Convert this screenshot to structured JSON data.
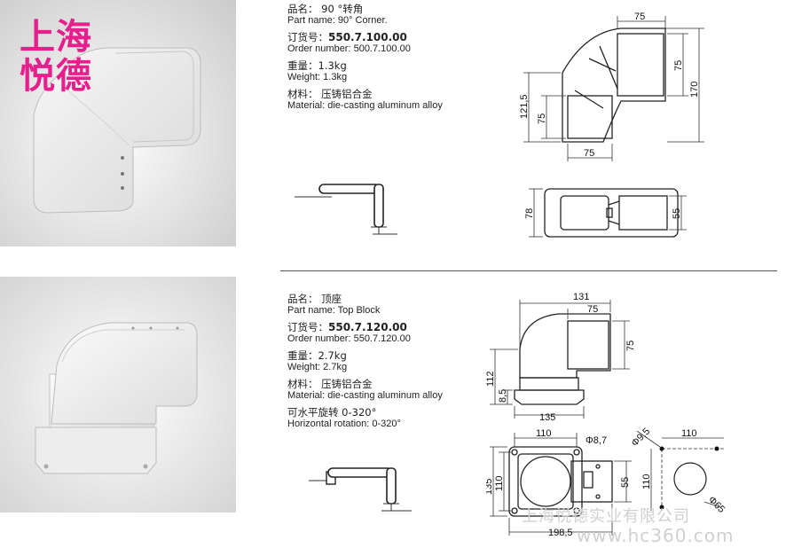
{
  "brand": {
    "line1": "上海",
    "line2": "悦德"
  },
  "part1": {
    "name_cn": "品名：  90 °转角",
    "name_en": "Part name: 90° Corner.",
    "order_cn_label": "订货号：",
    "order_cn_value": "550.7.100.00",
    "order_en": "Order number: 500.7.100.00",
    "weight_cn": "重量：1.3kg",
    "weight_en": "Weight: 1.3kg",
    "material_cn": "材料：  压铸铝合金",
    "material_en": "Material: die-casting aluminum alloy",
    "dims": {
      "top": "75",
      "right_inner": "75",
      "right_outer": "170",
      "left_outer": "121,5",
      "left_inner": "75",
      "bottom": "75",
      "side_height": "78",
      "side_right": "55"
    }
  },
  "part2": {
    "name_cn": "品名：  顶座",
    "name_en": "Part name: Top Block",
    "order_cn_label": "订货号：",
    "order_cn_value": "550.7.120.00",
    "order_en": "Order number: 550.7.120.00",
    "weight_cn": "重量：2.7kg",
    "weight_en": "Weight: 2.7kg",
    "material_cn": "材料：  压铸铝合金",
    "material_en": "Material: die-casting aluminum alloy",
    "rotation_cn": "可水平旋转 0-320°",
    "rotation_en": "Horizontal rotation: 0-320°",
    "dims": {
      "top_outer": "131",
      "top_inner": "75",
      "right": "75",
      "left_outer": "112",
      "left_inner": "8,5",
      "bottom": "135",
      "plan_top": "110",
      "plan_hole": "Φ8,7",
      "plan_left_outer": "135",
      "plan_left_inner": "110",
      "plan_right": "55",
      "plan_bottom": "198,5",
      "pattern_hole": "Φ9,5",
      "pattern_top": "110",
      "pattern_left": "110",
      "pattern_circle": "Φ65"
    }
  },
  "watermark": {
    "line1": "上海悦德实业有限公司",
    "line2": "www.hc360.com"
  }
}
